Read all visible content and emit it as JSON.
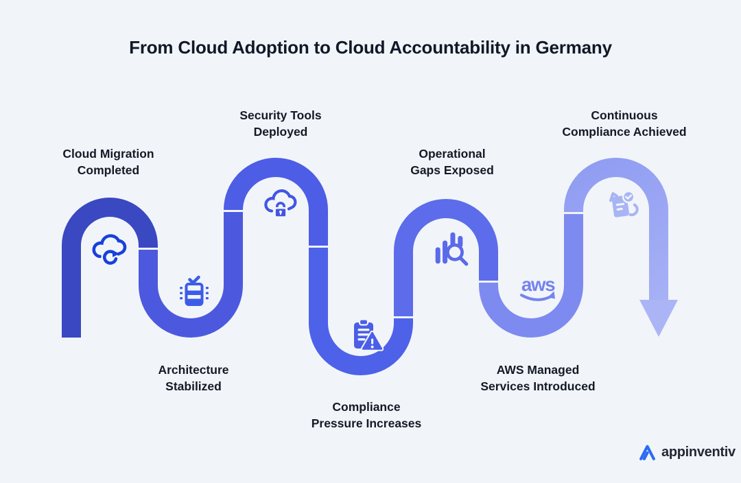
{
  "title": {
    "text": "From Cloud Adoption to Cloud Accountability in Germany",
    "color": "#111827"
  },
  "colors": {
    "background": "#F1F5F9"
  },
  "ribbon": {
    "segment_colors": [
      "#3A48C2",
      "#4C59DE",
      "#4D5DE6",
      "#4E61E9",
      "#5C6CEB",
      "#7D8AEF",
      "#97A3F3"
    ],
    "arrow_gradient_from": "#8F9CF2",
    "arrow_gradient_to": "#ABB5F6",
    "arrow_color": "#ABB5F6"
  },
  "milestones": [
    {
      "line1": "Cloud Migration",
      "line2": "Completed",
      "icon": "cloud-sync-icon",
      "icon_color": "#1840DC"
    },
    {
      "line1": "Architecture",
      "line2": "Stabilized",
      "icon": "server-check-icon",
      "icon_color": "#3C5CE8"
    },
    {
      "line1": "Security Tools",
      "line2": "Deployed",
      "icon": "cloud-lock-icon",
      "icon_color": "#4455E2"
    },
    {
      "line1": "Compliance",
      "line2": "Pressure Increases",
      "icon": "clipboard-warning-icon",
      "icon_color": "#4B5EE8"
    },
    {
      "line1": "Operational",
      "line2": "Gaps Exposed",
      "icon": "chart-magnifier-icon",
      "icon_color": "#5B6AEA"
    },
    {
      "line1": "AWS Managed",
      "line2": "Services Introduced",
      "icon": "aws-logo-icon",
      "icon_color": "#7583EE"
    },
    {
      "line1": "Continuous",
      "line2": "Compliance Achieved",
      "icon": "document-check-icon",
      "icon_color": "#A9B4F5"
    }
  ],
  "aws_logo_text": "aws",
  "brand": {
    "name": "appinventiv",
    "logo_color": "#2B6BF3",
    "text_color": "#222733"
  }
}
